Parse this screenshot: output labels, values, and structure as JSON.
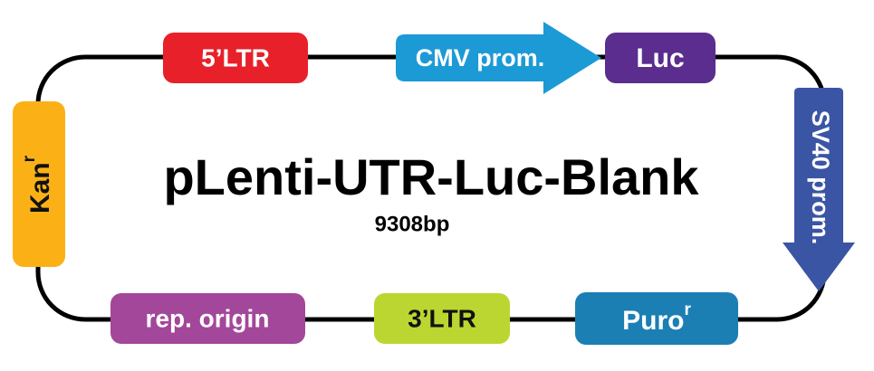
{
  "plasmid": {
    "name": "pLenti-UTR-Luc-Blank",
    "size": "9308bp"
  },
  "features": {
    "ltr5": {
      "label": "5’LTR",
      "color": "#e8202a",
      "text_color": "#ffffff"
    },
    "cmv": {
      "label": "CMV prom.",
      "color": "#1c9ad6",
      "text_color": "#ffffff"
    },
    "luc": {
      "label": "Luc",
      "color": "#5b2d8e",
      "text_color": "#ffffff"
    },
    "sv40": {
      "label": "SV40 prom.",
      "color": "#3a55a4",
      "text_color": "#ffffff"
    },
    "puro": {
      "label": "Puro",
      "sup": "r",
      "color": "#1b7fb4",
      "text_color": "#ffffff"
    },
    "ltr3": {
      "label": "3’LTR",
      "color": "#bcd631",
      "text_color": "#111111"
    },
    "rep": {
      "label": "rep. origin",
      "color": "#a3479a",
      "text_color": "#ffffff"
    },
    "kan": {
      "label": "Kan",
      "sup": "r",
      "color": "#fbb116",
      "text_color": "#111111"
    }
  },
  "colors": {
    "backbone": "#000000",
    "background": "#ffffff"
  }
}
